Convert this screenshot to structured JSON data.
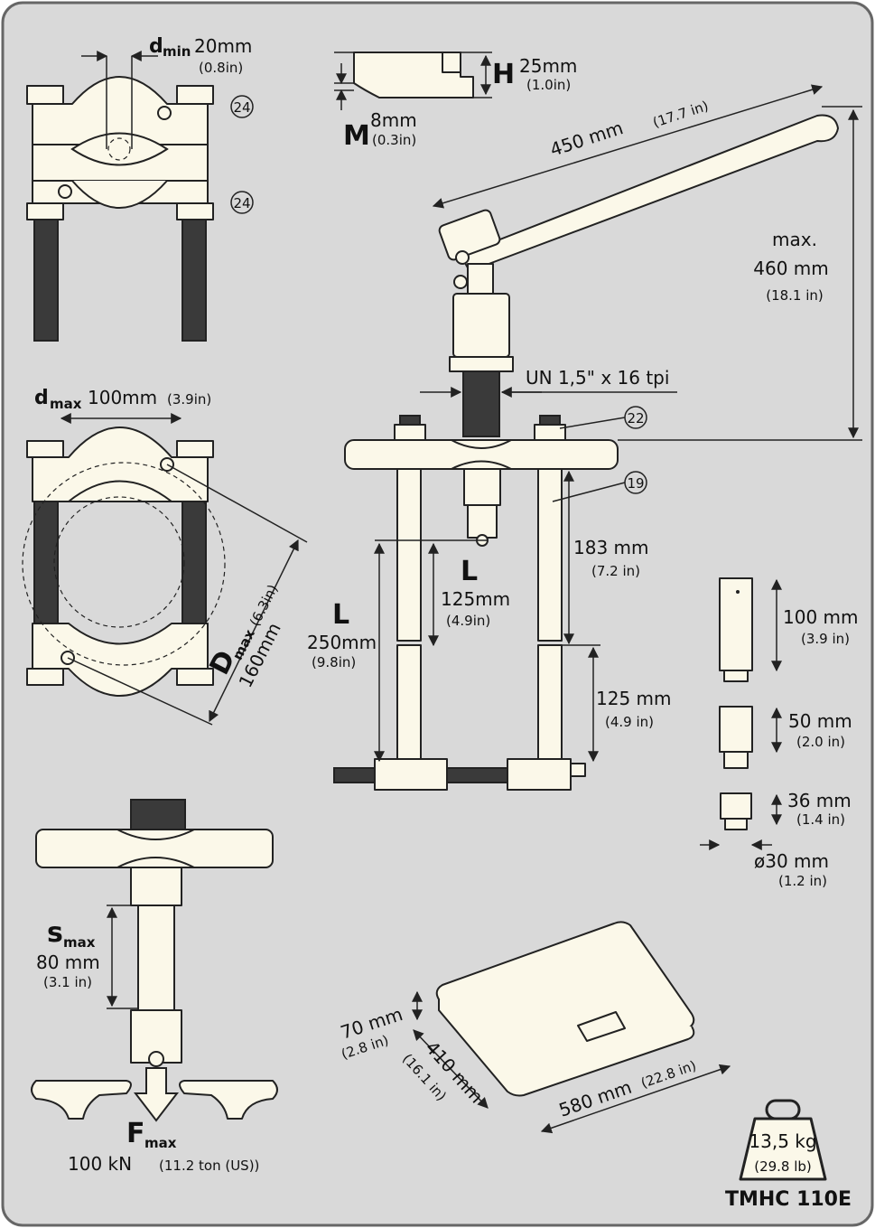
{
  "split_small": {
    "d_min_symbol": "d",
    "d_min_sub": "min",
    "d_min_value": "20mm",
    "d_min_inch": "(0.8in)",
    "callout_top": "24",
    "callout_bottom": "24"
  },
  "split_large": {
    "d_max_symbol": "d",
    "d_max_sub": "max",
    "d_max_value": "100mm",
    "d_max_inch": "(3.9in)",
    "D_max_symbol": "D",
    "D_max_sub": "max",
    "D_max_value": "160mm",
    "D_max_inch": "(6.3in)"
  },
  "jaw": {
    "H_label": "H",
    "H_value": "25mm",
    "H_inch": "(1.0in)",
    "M_label": "M",
    "M_value": "8mm",
    "M_inch": "(0.3in)"
  },
  "puller": {
    "handle_length": "450 mm",
    "handle_inch": "(17.7 in)",
    "max_label": "max.",
    "max_value": "460 mm",
    "max_inch": "(18.1 in)",
    "thread": "UN 1,5\" x 16 tpi",
    "callout_nut": "22",
    "callout_rod": "19",
    "rod_upper": "183 mm",
    "rod_upper_inch": "(7.2 in)",
    "rod_lower": "125 mm",
    "rod_lower_inch": "(4.9 in)",
    "L_short_label": "L",
    "L_short_value": "125mm",
    "L_short_inch": "(4.9in)",
    "L_long_label": "L",
    "L_long_value": "250mm",
    "L_long_inch": "(9.8in)"
  },
  "extensions": {
    "ext1_value": "100 mm",
    "ext1_inch": "(3.9 in)",
    "ext2_value": "50 mm",
    "ext2_inch": "(2.0 in)",
    "ext3_value": "36 mm",
    "ext3_inch": "(1.4 in)",
    "diameter_value": "ø30 mm",
    "diameter_inch": "(1.2 in)"
  },
  "stroke": {
    "s_symbol": "s",
    "s_sub": "max",
    "s_value": "80 mm",
    "s_inch": "(3.1 in)",
    "F_symbol": "F",
    "F_sub": "max",
    "F_value": "100 kN",
    "F_inch": "(11.2 ton (US))"
  },
  "case": {
    "height": "70 mm",
    "height_inch": "(2.8 in)",
    "depth": "410 mm",
    "depth_inch": "(16.1 in)",
    "width": "580 mm",
    "width_inch": "(22.8 in)"
  },
  "weight": {
    "kg": "13,5 kg",
    "lb": "(29.8 lb)",
    "model": "TMHC 110E"
  },
  "colors": {
    "background": "#d9d9d9",
    "part_fill": "#fbf8e9",
    "thread_fill": "#3a3a3a",
    "outline": "#222222"
  }
}
